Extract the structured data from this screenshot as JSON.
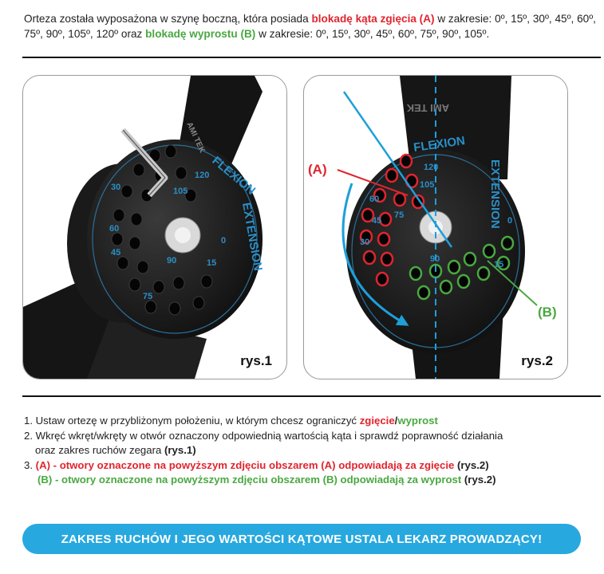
{
  "intro": {
    "part1": "Orteza została wyposażona w szynę boczną, która posiada ",
    "flex_lock": "blokadę kąta zgięcia (A)",
    "part2": " w zakresie: 0º, 15º, 30º, 45º, 60º, 75º, 90º, 105º, 120º  oraz ",
    "ext_lock": "blokadę wyprostu (B)",
    "part3": " w zakresie: 0º, 15º, 30º, 45º, 60º, 75º, 90º, 105º."
  },
  "figures": {
    "fig1": {
      "caption": "rys.1",
      "flexion_label": "FLEXION",
      "extension_label": "EXTENSION",
      "brand": "AMI TEK",
      "numbers": [
        "120",
        "105",
        "90",
        "75",
        "60",
        "45",
        "30",
        "15",
        "0"
      ]
    },
    "fig2": {
      "caption": "rys.2",
      "label_a": "(A)",
      "label_b": "(B)",
      "flexion_label": "FLEXION",
      "extension_label": "EXTENSION",
      "brand": "AMI TEK",
      "numbers": [
        "120",
        "105",
        "90",
        "75",
        "60",
        "45",
        "30",
        "15",
        "0"
      ]
    }
  },
  "steps": {
    "s1_text": "1. Ustaw ortezę w przybliżonym położeniu, w którym chcesz ograniczyć ",
    "s1_flex": "zgięcie",
    "s1_sep": "/",
    "s1_ext": "wyprost",
    "s2_line1": "2. Wkręć wkręt/wkręty w otwór oznaczony odpowiednią wartością kąta i sprawdź poprawność działania",
    "s2_line2_text": "oraz zakres ruchów zegara ",
    "s2_ref": "(rys.1)",
    "s3_num": "3. ",
    "s3_a": "(A) - otwory oznaczone na powyższym zdjęciu obszarem (A) odpowiadają za zgięcie",
    "s3_a_ref": " (rys.2)",
    "s3_b": "(B) - otwory oznaczone na powyższym zdjęciu obszarem (B) odpowiadają za wyprost",
    "s3_b_ref": " (rys.2)"
  },
  "banner": "ZAKRES RUCHÓW I JEGO WARTOŚCI KĄTOWE USTALA LEKARZ PROWADZĄCY!",
  "colors": {
    "flexion_red": "#e0252f",
    "extension_green": "#4aa841",
    "accent_blue": "#27a8df"
  }
}
